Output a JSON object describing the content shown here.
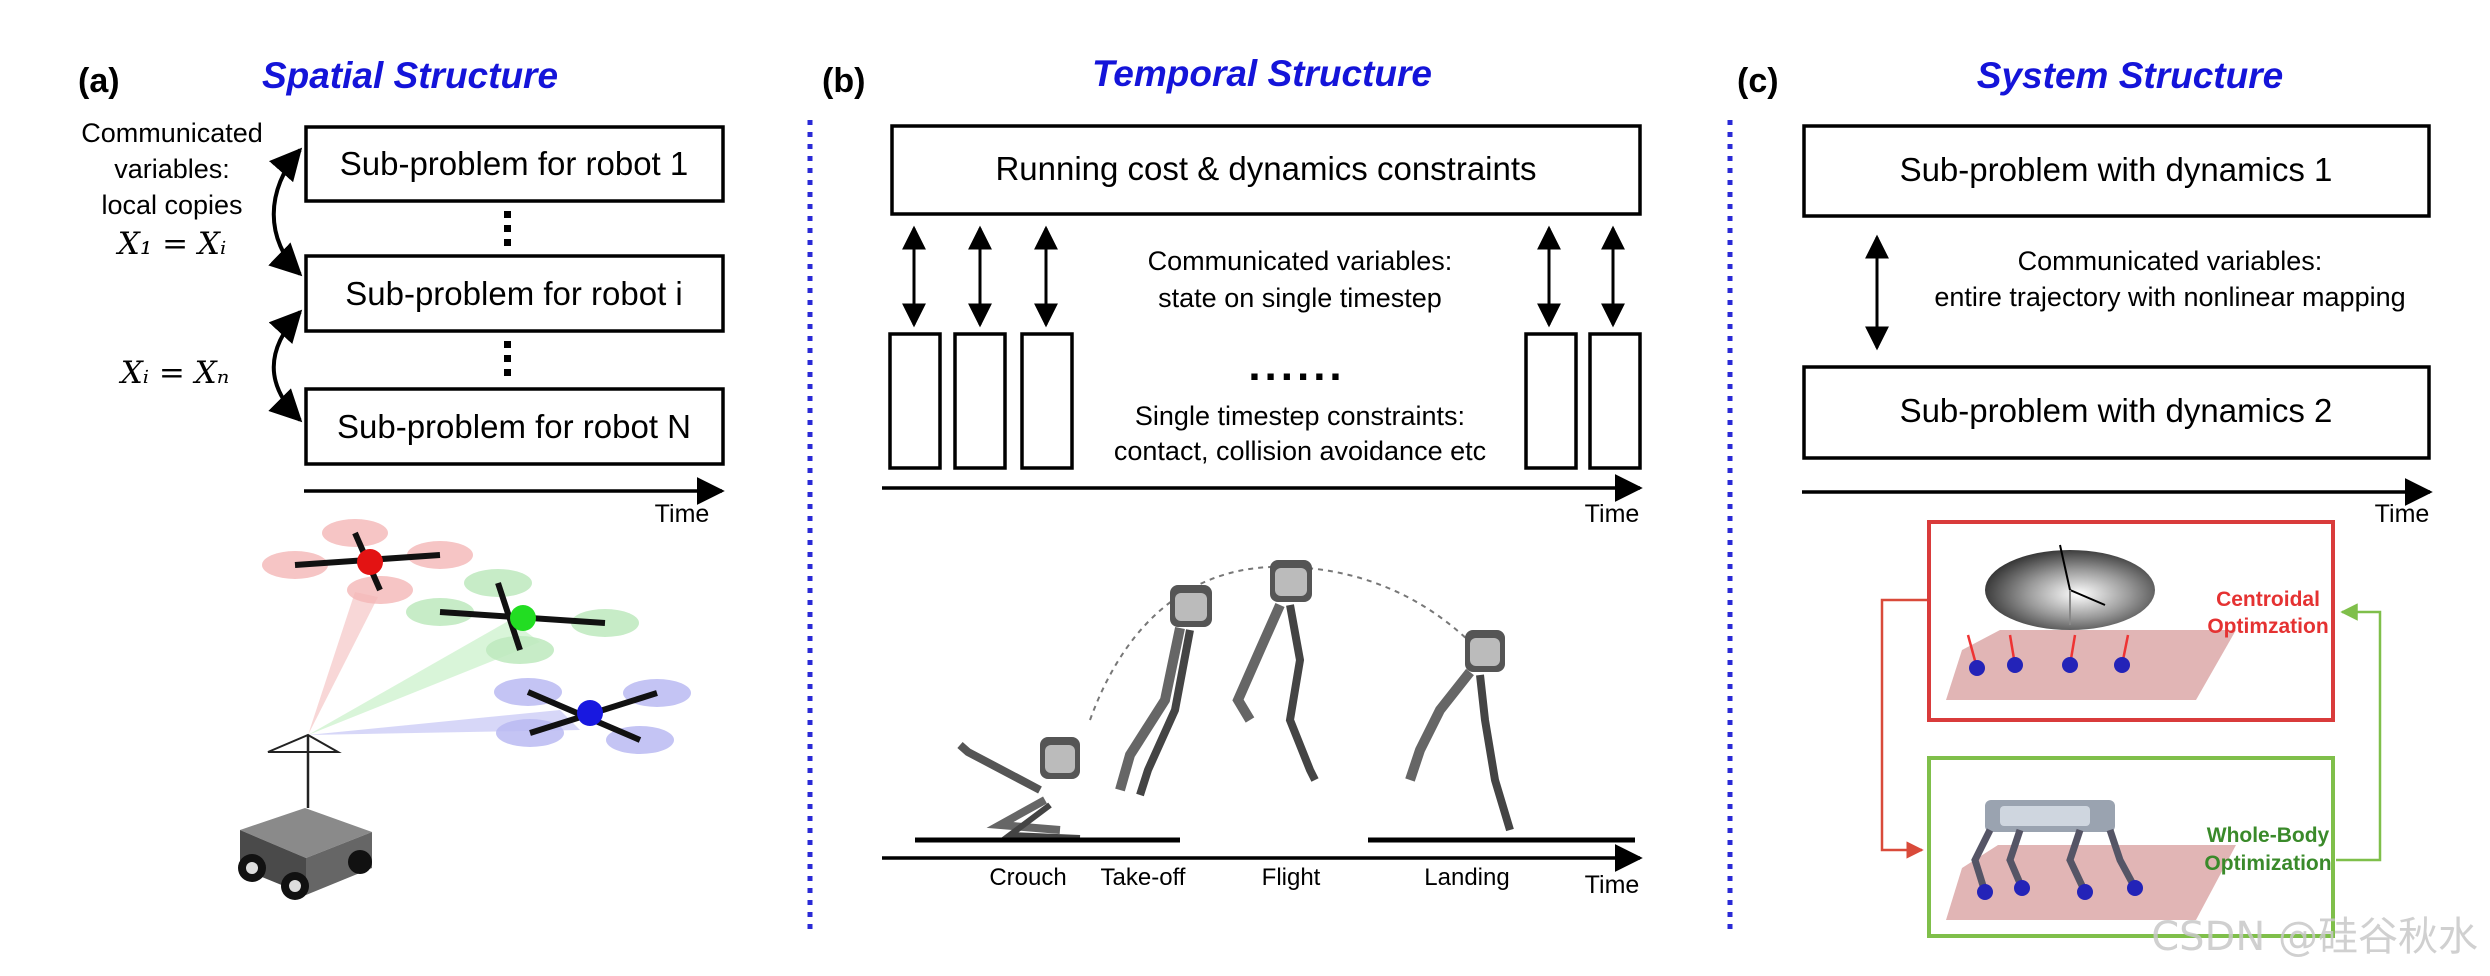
{
  "panels": {
    "a": {
      "letter": "(a)",
      "title": "Spatial Structure",
      "communicated": [
        "Communicated",
        "variables:",
        "local copies"
      ],
      "eq1": "X₁ = Xᵢ",
      "eq2": "Xᵢ = Xₙ",
      "boxes": [
        "Sub-problem for robot 1",
        "Sub-problem for robot i",
        "Sub-problem for robot N"
      ],
      "time_label": "Time"
    },
    "b": {
      "letter": "(b)",
      "title": "Temporal Structure",
      "top_box": "Running cost & dynamics constraints",
      "communicated": [
        "Communicated variables:",
        "state on single timestep"
      ],
      "ellipsis": "......",
      "constraints": [
        "Single timestep constraints:",
        "contact, collision avoidance etc"
      ],
      "time_label": "Time",
      "phases": [
        "Crouch",
        "Take-off",
        "Flight",
        "Landing"
      ],
      "time_label_2": "Time"
    },
    "c": {
      "letter": "(c)",
      "title": "System Structure",
      "box1": "Sub-problem with dynamics 1",
      "communicated": [
        "Communicated variables:",
        "entire trajectory with nonlinear mapping"
      ],
      "box2": "Sub-problem with dynamics 2",
      "time_label": "Time",
      "centroidal": [
        "Centroidal",
        "Optimzation"
      ],
      "wholebody": [
        "Whole-Body",
        "Optimization"
      ]
    }
  },
  "watermark": "CSDN @硅谷秋水",
  "colors": {
    "title_blue": "#1414d9",
    "divider": "#2a2ad6",
    "red_box": "#d93b3b",
    "green_box": "#7fbf4a",
    "red_text": "#e53232",
    "green_text": "#3a8a2a"
  }
}
